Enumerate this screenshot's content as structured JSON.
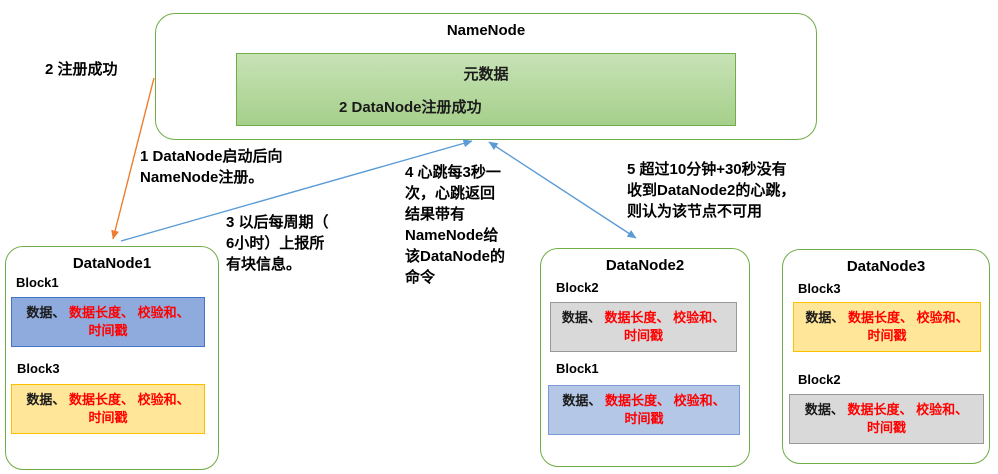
{
  "colors": {
    "box_border_green": "#70AD47",
    "inner_green_top": "#C7E3B6",
    "inner_green_bottom": "#A6CF8B",
    "block_blue_fill": "#8FAADC",
    "block_blue_border": "#4472C4",
    "block_bluelight_fill": "#B4C7E7",
    "block_bluelight_border": "#7C9BD6",
    "block_yellow_fill": "#FFE699",
    "block_yellow_border": "#FFC000",
    "block_gray_fill": "#D9D9D9",
    "block_gray_border": "#999999",
    "arrow_orange": "#ED7D31",
    "arrow_blue": "#5B9BD5",
    "text_red": "#FF0000"
  },
  "namenode": {
    "title": "NameNode",
    "meta_label": "元数据",
    "register_label": "2 DataNode注册成功"
  },
  "annotations": {
    "a2": "2 注册成功",
    "a1": "1 DataNode启动后向\nNameNode注册。",
    "a3": "3 以后每周期（\n6小时）上报所\n有块信息。",
    "a4": "4 心跳每3秒一\n次，心跳返回\n结果带有\nNameNode给\n该DataNode的\n命令",
    "a5": "5 超过10分钟+30秒没有\n收到DataNode2的心跳，\n则认为该节点不可用"
  },
  "block_text": {
    "black": "数据、",
    "red_line1": " 数据长度、 校验和、",
    "red_line2": "时间戳"
  },
  "datanodes": [
    {
      "title": "DataNode1",
      "blocks": [
        {
          "label": "Block1",
          "color": "blue"
        },
        {
          "label": "Block3",
          "color": "yellow"
        }
      ]
    },
    {
      "title": "DataNode2",
      "blocks": [
        {
          "label": "Block2",
          "color": "gray"
        },
        {
          "label": "Block1",
          "color": "blue-light"
        }
      ]
    },
    {
      "title": "DataNode3",
      "blocks": [
        {
          "label": "Block3",
          "color": "yellow"
        },
        {
          "label": "Block2",
          "color": "gray"
        }
      ]
    }
  ]
}
